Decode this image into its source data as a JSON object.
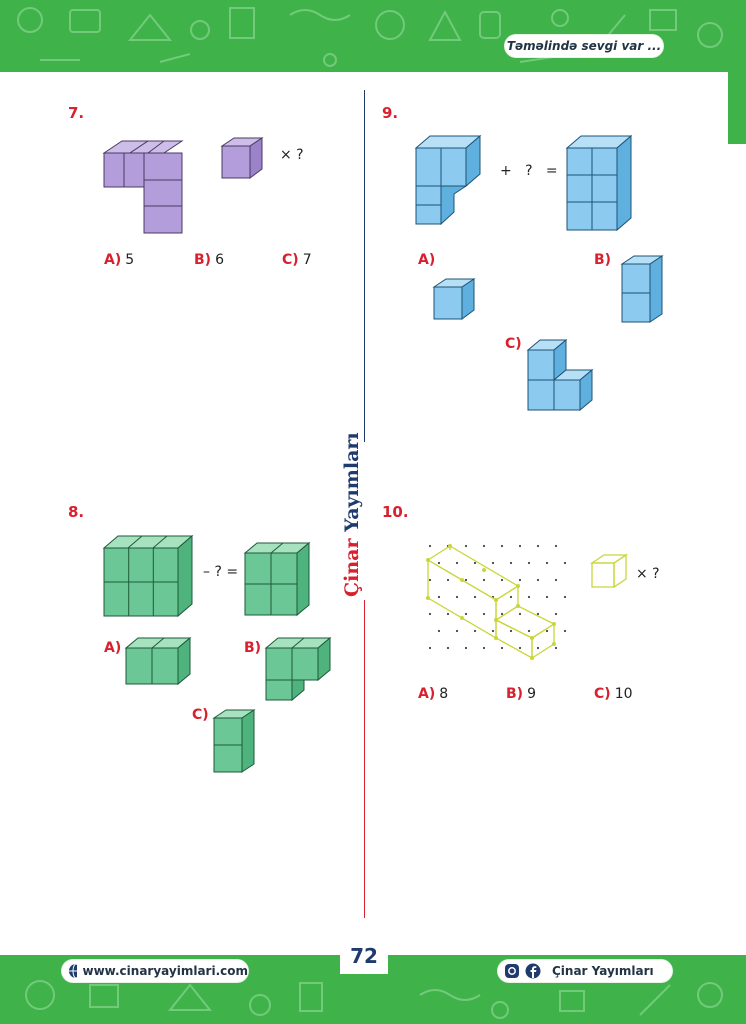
{
  "header": {
    "tagline": "Təməlində sevgi var ..."
  },
  "brand": {
    "part1": "Çinar",
    "part2": "Yayımları"
  },
  "footer": {
    "page_number": "72",
    "website": "www.cinaryayimlari.com",
    "social": "Çinar Yayımları"
  },
  "colors": {
    "band_green": "#3fb24a",
    "answer_red": "#d8202f",
    "purple": "#b39ddb",
    "blue": "#8ccaf0",
    "green": "#6cc796",
    "lime": "#c9d63a"
  },
  "q7": {
    "num": "7.",
    "times": "× ?",
    "options": [
      {
        "letter": "A)",
        "value": "5"
      },
      {
        "letter": "B)",
        "value": "6"
      },
      {
        "letter": "C)",
        "value": "7"
      }
    ]
  },
  "q8": {
    "num": "8.",
    "minus": "– ? =",
    "opt_a": "A)",
    "opt_b": "B)",
    "opt_c": "C)"
  },
  "q9": {
    "num": "9.",
    "plus": "+   ?   =",
    "opt_a": "A)",
    "opt_b": "B)",
    "opt_c": "C)"
  },
  "q10": {
    "num": "10.",
    "times": "× ?",
    "options": [
      {
        "letter": "A)",
        "value": "8"
      },
      {
        "letter": "B)",
        "value": "9"
      },
      {
        "letter": "C)",
        "value": "10"
      }
    ]
  }
}
